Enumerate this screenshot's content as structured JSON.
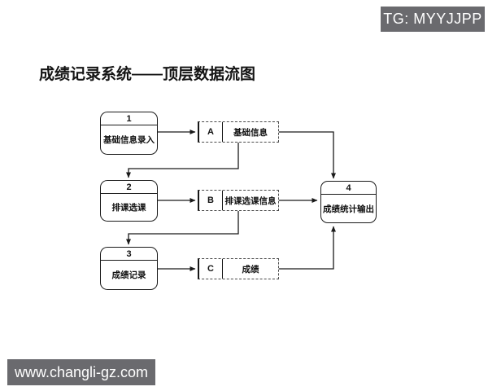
{
  "header": {
    "tag_badge": "TG: MYYJJPP"
  },
  "title": "成绩记录系统——顶层数据流图",
  "watermark": "www.changli-gz.com",
  "diagram": {
    "type": "data-flow-diagram",
    "processes": [
      {
        "number": "1",
        "label": "基础信息录入"
      },
      {
        "number": "2",
        "label": "排课选课"
      },
      {
        "number": "3",
        "label": "成绩记录"
      },
      {
        "number": "4",
        "label": "成绩统计输出"
      }
    ],
    "stores": [
      {
        "letter": "A",
        "label": "基础信息"
      },
      {
        "letter": "B",
        "label": "排课选课信息"
      },
      {
        "letter": "C",
        "label": "成绩"
      }
    ],
    "flows": [
      {
        "from": "1",
        "to": "A"
      },
      {
        "from": "A",
        "to": "4"
      },
      {
        "from": "A",
        "to": "2"
      },
      {
        "from": "2",
        "to": "B"
      },
      {
        "from": "B",
        "to": "4"
      },
      {
        "from": "B",
        "to": "3"
      },
      {
        "from": "3",
        "to": "C"
      },
      {
        "from": "C",
        "to": "4"
      }
    ]
  },
  "colors": {
    "background": "#ffffff",
    "badge_bg": "#6a6a6e",
    "badge_text": "#ffffff",
    "line": "#1a1a1a",
    "box_border": "#1a1a1a"
  }
}
